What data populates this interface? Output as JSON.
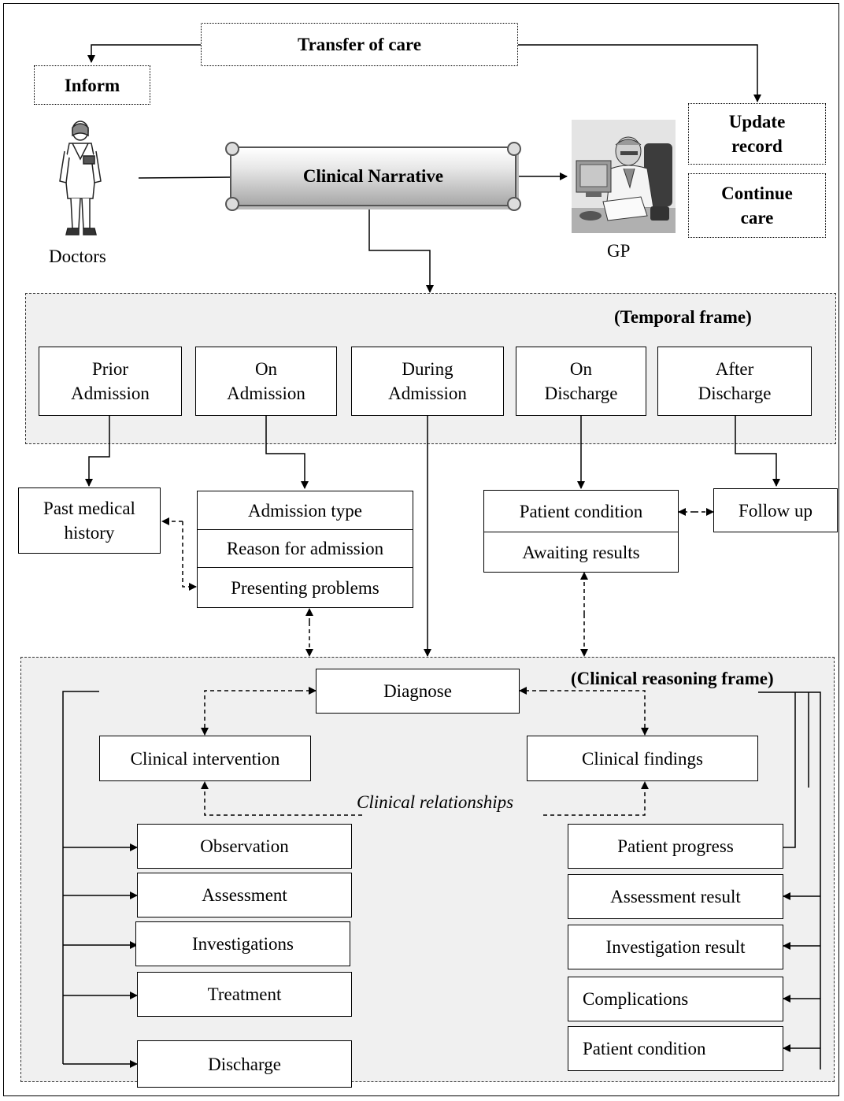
{
  "top": {
    "transfer_of_care": "Transfer of care",
    "inform": "Inform",
    "update_record": "Update\nrecord",
    "continue_care": "Continue\ncare",
    "doctors": "Doctors",
    "gp": "GP",
    "clinical_narrative": "Clinical Narrative"
  },
  "temporal_frame": {
    "title": "(Temporal frame)",
    "boxes": [
      "Prior\nAdmission",
      "On\nAdmission",
      "During\nAdmission",
      "On\nDischarge",
      "After\nDischarge"
    ]
  },
  "middle": {
    "past_medical_history": "Past medical\nhistory",
    "admission_type": "Admission type",
    "reason_for_admission": "Reason for admission",
    "presenting_problems": "Presenting problems",
    "patient_condition": "Patient condition",
    "awaiting_results": "Awaiting results",
    "follow_up": "Follow up"
  },
  "reasoning_frame": {
    "title": "(Clinical reasoning frame)",
    "diagnose": "Diagnose",
    "clinical_intervention": "Clinical intervention",
    "clinical_findings": "Clinical findings",
    "clinical_relationships": "Clinical relationships",
    "interventions": [
      "Observation",
      "Assessment",
      "Investigations",
      "Treatment",
      "Discharge"
    ],
    "findings": [
      "Patient progress",
      "Assessment result",
      "Investigation result",
      "Complications",
      "Patient condition"
    ]
  }
}
